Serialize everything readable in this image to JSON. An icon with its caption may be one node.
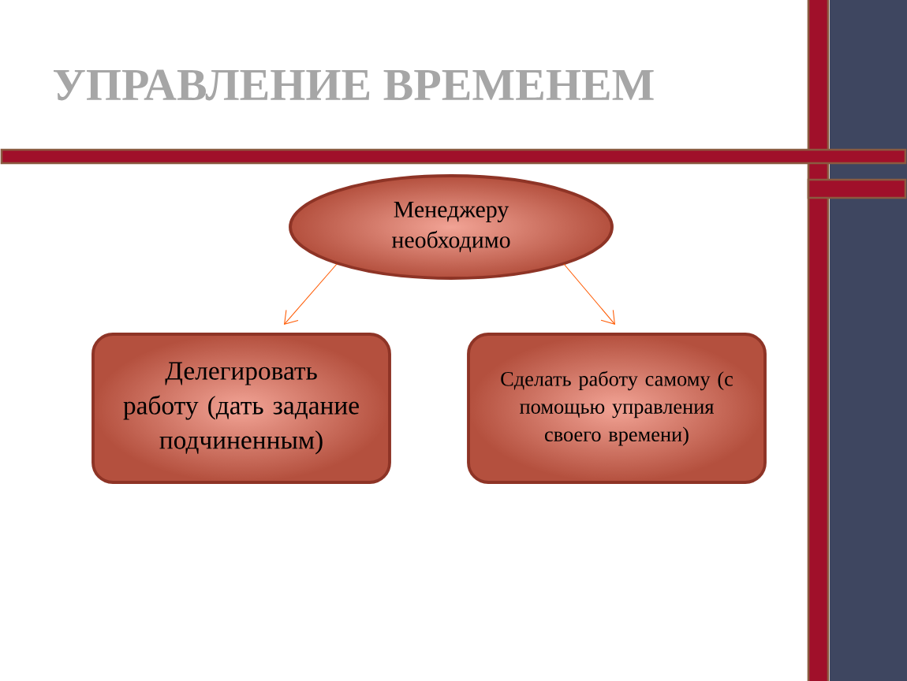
{
  "diagram": {
    "title": "УПРАВЛЕНИЕ ВРЕМЕНЕМ",
    "nodes": [
      {
        "text": [
          "Менеджеру необходимо"
        ]
      },
      {
        "text": [
          "Делегировать работу (дать задание подчиненным)"
        ]
      },
      {
        "text": [
          "Сделать работу самому (с помощью управления своего времени)"
        ]
      }
    ],
    "edges": [
      {
        "from": 0,
        "to": 1,
        "arrow": "to"
      },
      {
        "from": 0,
        "to": 2,
        "arrow": "to"
      }
    ]
  }
}
